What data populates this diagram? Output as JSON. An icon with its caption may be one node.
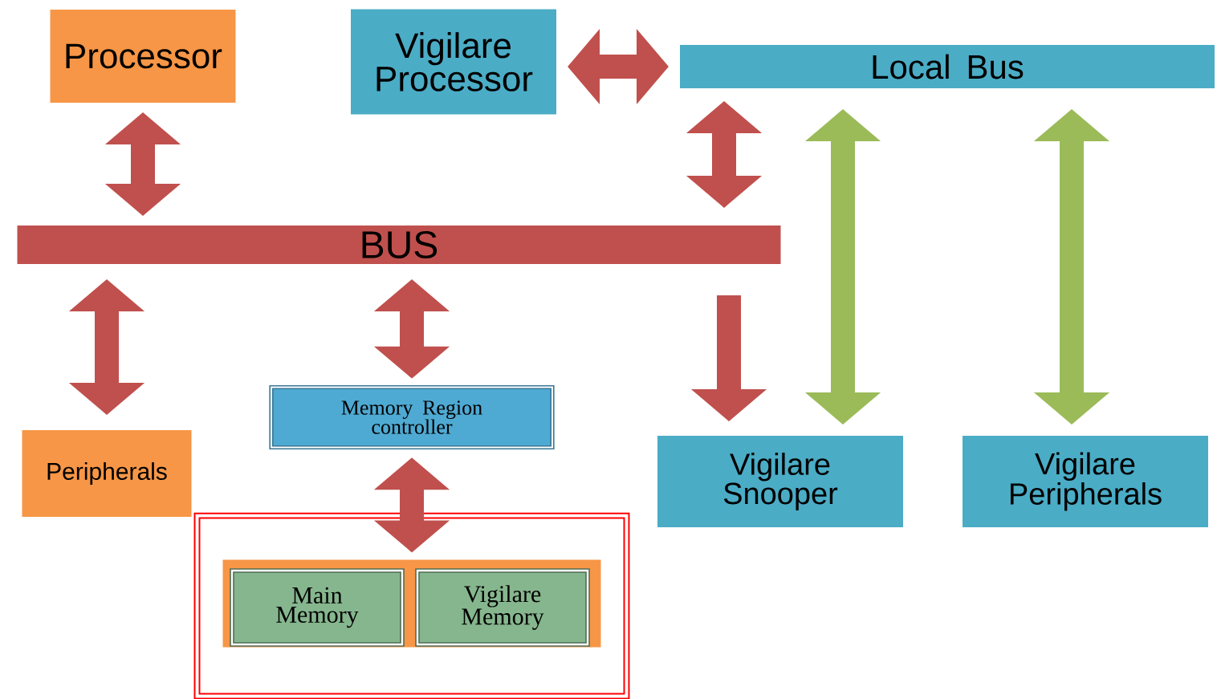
{
  "diagram": {
    "nodes": [
      {
        "text": [
          "Processor"
        ]
      },
      {
        "text": [
          "Vigilare Processor"
        ]
      },
      {
        "text": [
          "Local Bus"
        ]
      },
      {
        "text": [
          "BUS"
        ]
      },
      {
        "text": [
          "Peripherals"
        ]
      },
      {
        "text": [
          "Memory Region controller"
        ]
      },
      {
        "text": [],
        "shape": "box"
      },
      {
        "text": [],
        "shape": "box",
        "in": 6
      },
      {
        "text": [
          "Main Memory"
        ],
        "in": 7
      },
      {
        "text": [
          "Vigilare Memory"
        ],
        "in": 7
      },
      {
        "text": [
          "Vigilare Snooper"
        ]
      },
      {
        "text": [
          "Vigilare Peripherals"
        ]
      }
    ],
    "edges": [
      {
        "from": 1,
        "to": 2,
        "arrow": "both"
      },
      {
        "from": 0,
        "to": 3,
        "arrow": "both"
      },
      {
        "from": 2,
        "to": 3,
        "arrow": "both"
      },
      {
        "from": 3,
        "to": 4,
        "arrow": "both"
      },
      {
        "from": 3,
        "to": 5,
        "arrow": "both"
      },
      {
        "from": 3,
        "to": 10,
        "arrow": "to"
      },
      {
        "from": 2,
        "to": 10,
        "arrow": "both",
        "color": "#9bbb59"
      },
      {
        "from": 2,
        "to": 11,
        "arrow": "both",
        "color": "#9bbb59"
      },
      {
        "from": 5,
        "to": 7,
        "arrow": "both"
      }
    ]
  }
}
